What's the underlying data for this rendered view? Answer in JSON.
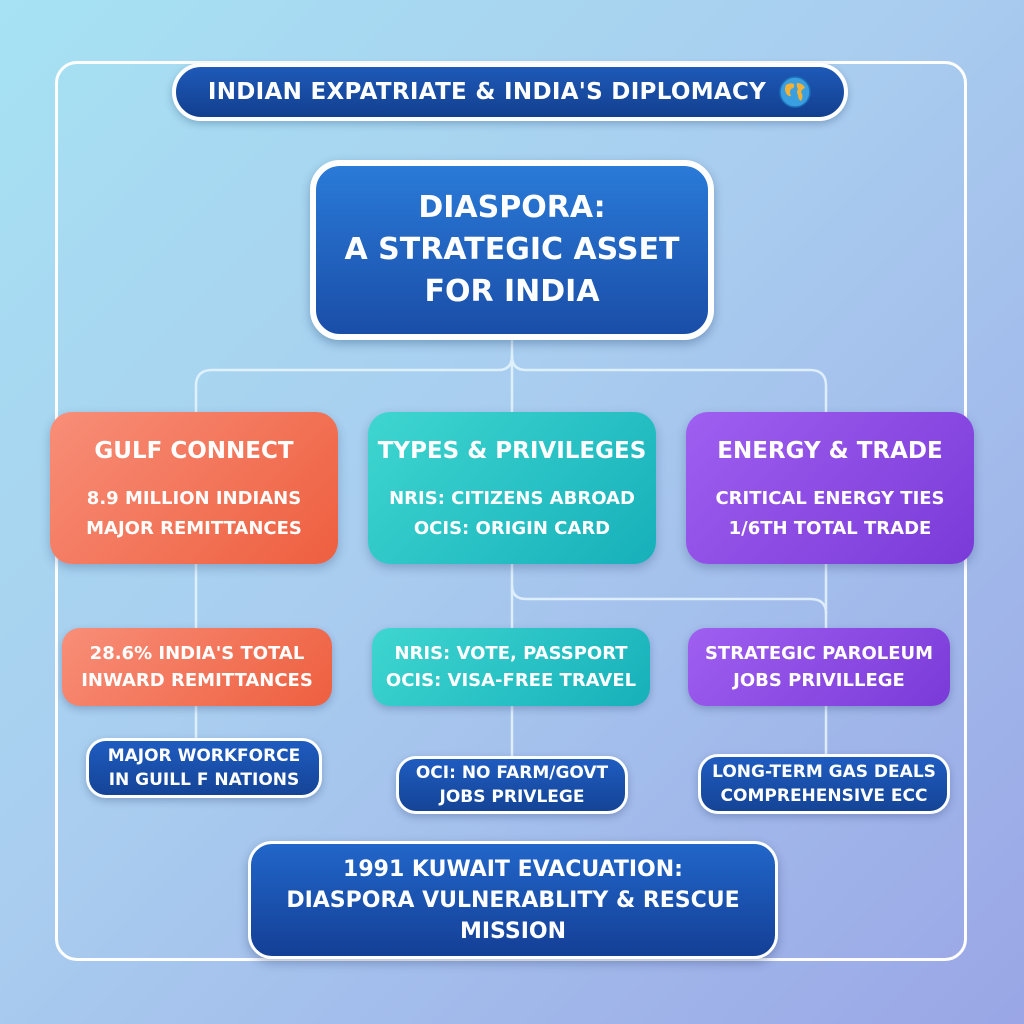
{
  "title": "INDIAN EXPATRIATE & INDIA'S DIPLOMACY",
  "root": {
    "line1": "DIASPORA:",
    "line2": "A STRATEGIC ASSET",
    "line3": "FOR INDIA"
  },
  "columns": [
    {
      "heading": "GULF CONNECT",
      "lines": [
        "8.9 MILLION INDIANS",
        "MAJOR REMITTANCES"
      ],
      "sub": [
        "28.6% INDIA'S TOTAL",
        "INWARD REMITTANCES"
      ],
      "leaf": [
        "MAJOR WORKFORCE",
        "IN GUILL F NATIONS"
      ]
    },
    {
      "heading": "TYPES & PRIVILEGES",
      "lines": [
        "NRIS: CITIZENS ABROAD",
        "OCIS: ORIGIN CARD"
      ],
      "sub": [
        "NRIS: VOTE, PASSPORT",
        "OCIS: VISA-FREE TRAVEL"
      ],
      "leaf": [
        "OCI: NO FARM/GOVT",
        "JOBS PRIVLEGE"
      ]
    },
    {
      "heading": "ENERGY & TRADE",
      "lines": [
        "CRITICAL ENERGY TIES",
        "1/6th TOTAL TRADE"
      ],
      "sub": [
        "STRATEGIC PAROLEUM",
        "JOBS PRIVILLEGE"
      ],
      "leaf": [
        "LONG-TERM GAS DEALS",
        "COMPREHENSIVE ECC"
      ]
    }
  ],
  "bottom": {
    "line1": "1991 KUWAIT EVACUATION:",
    "line2": "DIASPORA VULNERABLITY & RESCUE",
    "line3": "MISSION"
  },
  "colors": {
    "orange": "#ee5f3f",
    "teal": "#16b0ba",
    "purple": "#7a3ad8",
    "navy": "#144496",
    "connector": "#e8f6ff"
  },
  "icons": {
    "title": "globe-icon"
  }
}
